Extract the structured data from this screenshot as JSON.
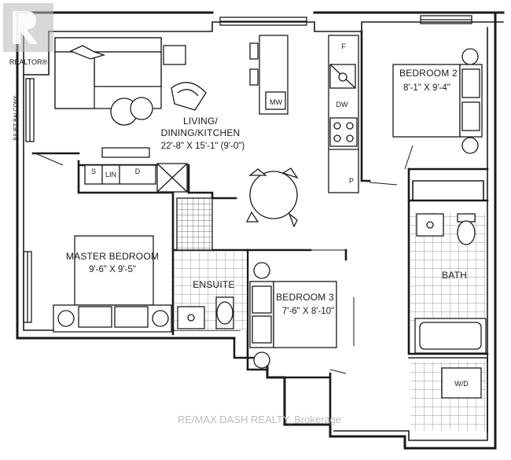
{
  "branding": {
    "logo_text": "REALTOR®"
  },
  "watermark": "RE/MAX DASH REALTY, Brokerage",
  "balcony_label": "JULIET BALCONY",
  "rooms": {
    "living": {
      "name_line1": "LIVING/",
      "name_line2": "DINING/KITCHEN",
      "dimensions": "22'-8\" X 15'-1\" (9'-0\")"
    },
    "bedroom2": {
      "name": "BEDROOM 2",
      "dimensions": "8'-1\" X 9'-4\""
    },
    "master": {
      "name": "MASTER BEDROOM",
      "dimensions": "9'-6\" X 9'-5\""
    },
    "bedroom3": {
      "name": "BEDROOM 3",
      "dimensions": "7'-6\" X 8'-10\""
    },
    "ensuite": {
      "name": "ENSUITE"
    },
    "bath": {
      "name": "BATH"
    },
    "laundry": {
      "name": "W/D"
    }
  },
  "fixtures": {
    "fridge": "F",
    "microwave": "MW",
    "dishwasher": "DW",
    "pantry": "P",
    "linen": "LIN",
    "closet_s": "S",
    "closet_d": "D"
  },
  "colors": {
    "wall": "#1a1a1a",
    "floor_tile": "#ffffff"
  }
}
